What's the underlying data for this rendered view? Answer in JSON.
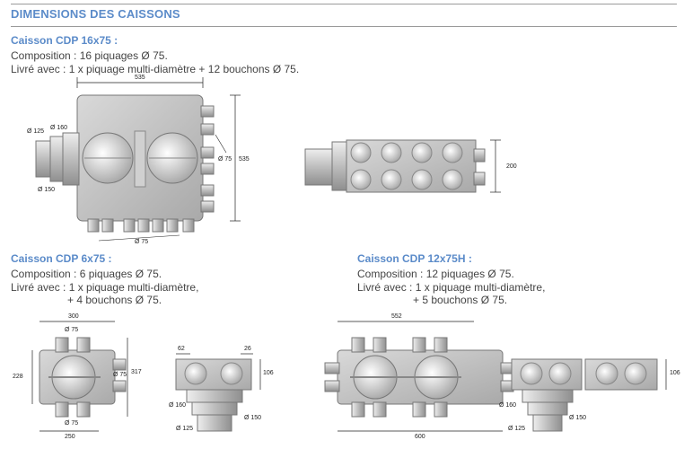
{
  "heading": "DIMENSIONS DES CAISSONS",
  "cdp16": {
    "title": "Caisson CDP 16x75 :",
    "line1": "Composition : 16 piquages Ø 75.",
    "line2": "Livré avec : 1 x piquage multi-diamètre + 12 bouchons Ø 75.",
    "dims": {
      "w": "535",
      "h": "535",
      "d125": "Ø 125",
      "d160": "Ø 160",
      "d150": "Ø 150",
      "d75r": "Ø 75",
      "d75b": "Ø 75",
      "side_h": "200"
    }
  },
  "cdp6": {
    "title": "Caisson CDP 6x75 :",
    "line1": "Composition : 6 piquages Ø 75.",
    "line2": "Livré avec : 1 x piquage multi-diamètre,",
    "line3": "+ 4 bouchons Ø 75.",
    "dims": {
      "w": "300",
      "h": "228",
      "d": "317",
      "b": "250",
      "d75t": "Ø 75",
      "d75r": "Ø 75",
      "d75b": "Ø 75",
      "s62": "62",
      "s26": "26",
      "s106": "106",
      "d160": "Ø 160",
      "d150": "Ø 150",
      "d125": "Ø 125"
    }
  },
  "cdp12": {
    "title": "Caisson CDP 12x75H :",
    "line1": "Composition : 12 piquages Ø 75.",
    "line2": "Livré avec : 1 x piquage multi-diamètre,",
    "line3": "+ 5 bouchons Ø 75.",
    "dims": {
      "w": "552",
      "b": "600",
      "s106": "106",
      "d160": "Ø 160",
      "d150": "Ø 150",
      "d125": "Ø 125"
    }
  }
}
